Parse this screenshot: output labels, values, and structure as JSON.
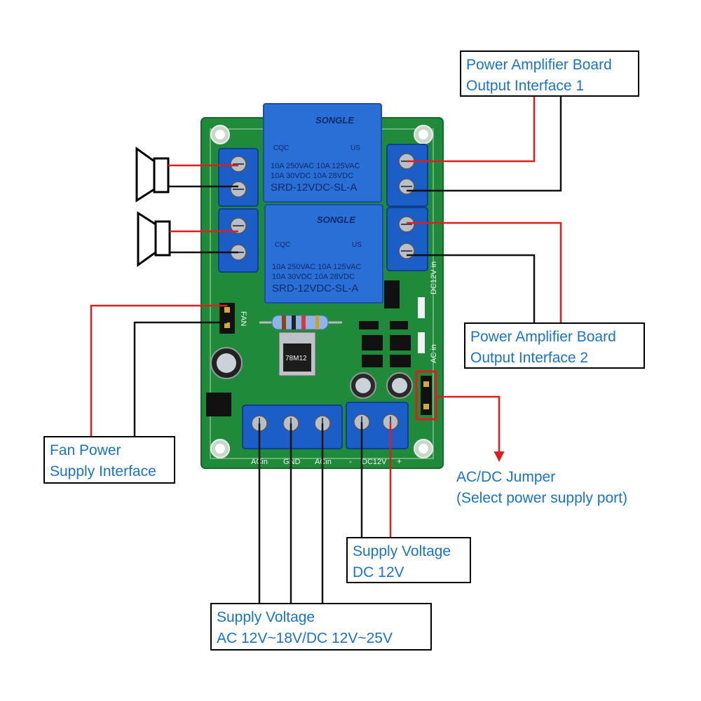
{
  "callouts": {
    "pa_out1": [
      "Power Amplifier Board",
      "Output Interface 1"
    ],
    "pa_out2": [
      "Power Amplifier Board",
      "Output Interface 2"
    ],
    "fan": [
      "Fan Power",
      "Supply Interface"
    ],
    "acdc": [
      "AC/DC Jumper",
      "(Select power supply port)"
    ],
    "dc12": [
      "Supply Voltage",
      "DC 12V"
    ],
    "supply": [
      "Supply Voltage",
      "AC 12V~18V/DC 12V~25V"
    ]
  },
  "relay": {
    "brand": "SONGLE",
    "rating1": "10A 250VAC  10A 125VAC",
    "rating2": "10A  30VDC  10A  28VDC",
    "model": "SRD-12VDC-SL-A",
    "cqc": "CQC",
    "ul": "US"
  },
  "board_labels": {
    "acin": "ACin",
    "gnd": "GND",
    "acin2": "ACin",
    "dc12v": "DC12V",
    "minus": "-",
    "plus": "+",
    "fan": "FAN",
    "dc12v_in": "DC12V in",
    "ac_in": "AC in",
    "regulator": "78M12"
  },
  "colors": {
    "callout_text": "#1a73c8",
    "board": "#1e8a3a",
    "relay": "#2a6fd6",
    "terminal": "#1b5ec7",
    "wire_red": "#e01c1c",
    "wire_black": "#111111"
  }
}
